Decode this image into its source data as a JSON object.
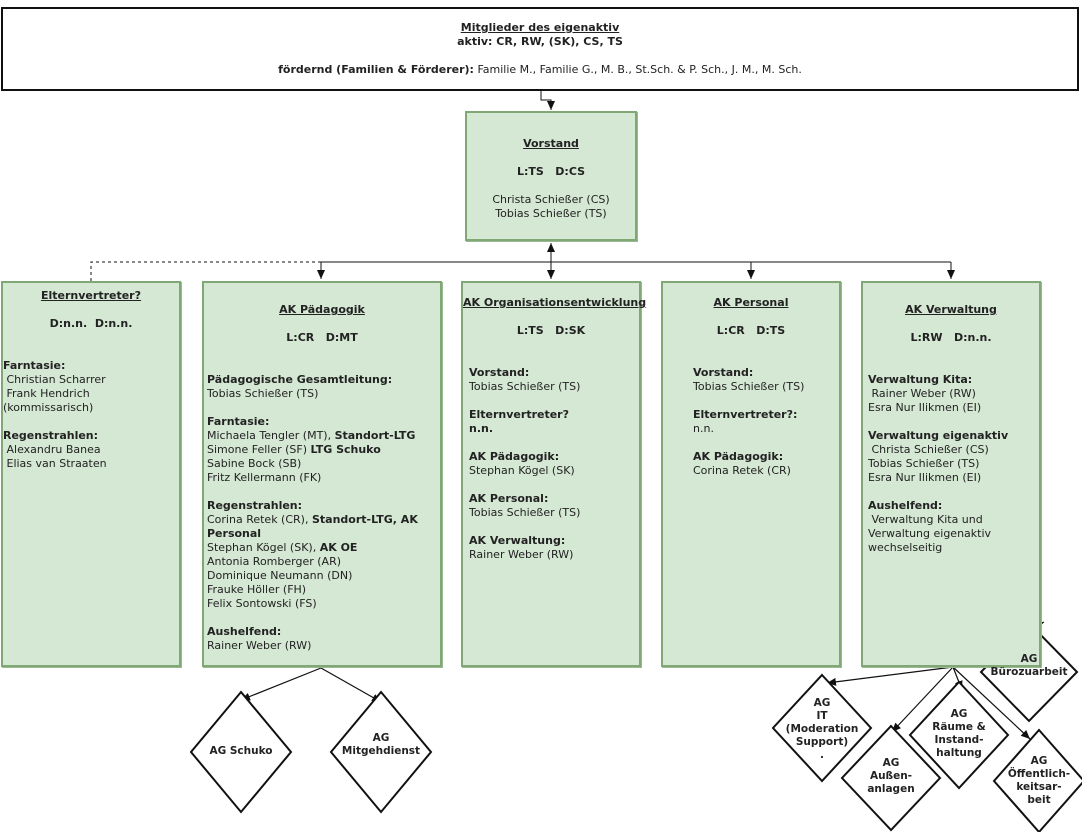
{
  "members": {
    "title": "Mitglieder des eigenaktiv",
    "active": "aktiv: CR, RW, (SK), CS, TS",
    "supporting_label": "fördernd (Familien & Förderer):",
    "supporting_names": "Familie M., Familie G., M. B., St.Sch. & P. Sch., J. M., M. Sch."
  },
  "vorstand": {
    "title": "Vorstand",
    "lead": "L:TS   D:CS",
    "people": [
      "Christa Schießer (CS)",
      "Tobias Schießer (TS)"
    ]
  },
  "elternvertreter": {
    "title": "Elternvertreter?",
    "lead": "D:n.n.  D:n.n.",
    "sections": [
      {
        "heading": "Farntasie:",
        "lines": [
          " Christian Scharrer",
          " Frank Hendrich",
          "(kommissarisch)"
        ]
      },
      {
        "heading": "Regenstrahlen:",
        "lines": [
          " Alexandru Banea",
          " Elias van Straaten"
        ]
      }
    ]
  },
  "paedagogik": {
    "title": "AK Pädagogik",
    "lead": "L:CR   D:MT",
    "sections": [
      {
        "heading": "Pädagogische Gesamtleitung:",
        "lines": [
          {
            "t": "Tobias Schießer (TS)"
          }
        ]
      },
      {
        "heading": "Farntasie:",
        "lines": [
          {
            "t": "Michaela Tengler (MT), ",
            "b": "Standort-LTG"
          },
          {
            "t": "Simone Feller (SF) ",
            "b": "LTG Schuko"
          },
          {
            "t": "Sabine Bock (SB)"
          },
          {
            "t": "Fritz Kellermann (FK)"
          }
        ]
      },
      {
        "heading": "Regenstrahlen:",
        "lines": [
          {
            "t": "Corina Retek (CR), ",
            "b": "Standort-LTG, AK"
          },
          {
            "t": "",
            "b": "Personal"
          },
          {
            "t": "Stephan Kögel (SK), ",
            "b": "AK OE"
          },
          {
            "t": "Antonia Romberger (AR)"
          },
          {
            "t": "Dominique Neumann (DN)"
          },
          {
            "t": "Frauke Höller (FH)"
          },
          {
            "t": "Felix Sontowski (FS)"
          }
        ]
      },
      {
        "heading": "Aushelfend:",
        "lines": [
          {
            "t": "Rainer Weber (RW)"
          }
        ]
      }
    ]
  },
  "orga": {
    "title": "AK Organisationsentwicklung",
    "lead": "L:TS   D:SK",
    "sections": [
      {
        "heading": "Vorstand:",
        "lines": [
          "Tobias Schießer (TS)"
        ]
      },
      {
        "heading": "Elternvertreter?",
        "lines": [],
        "bold_lines": [
          "n.n."
        ]
      },
      {
        "heading": "AK Pädagogik:",
        "lines": [
          "Stephan Kögel (SK)"
        ]
      },
      {
        "heading": "AK Personal:",
        "lines": [
          "Tobias Schießer (TS)"
        ]
      },
      {
        "heading": "AK Verwaltung:",
        "lines": [
          "Rainer Weber (RW)"
        ]
      }
    ]
  },
  "personal": {
    "title": "AK Personal",
    "lead": "L:CR   D:TS",
    "sections": [
      {
        "heading": "Vorstand:",
        "lines": [
          "Tobias Schießer (TS)"
        ]
      },
      {
        "heading": "Elternvertreter?:",
        "lines": [
          "n.n."
        ]
      },
      {
        "heading": "AK Pädagogik:",
        "lines": [
          "Corina Retek (CR)"
        ]
      }
    ]
  },
  "verwaltung": {
    "title": "AK Verwaltung",
    "lead": "L:RW   D:n.n.",
    "sections": [
      {
        "heading": "Verwaltung Kita:",
        "lines": [
          " Rainer Weber (RW)",
          "Esra Nur Ilikmen (EI)"
        ]
      },
      {
        "heading": "Verwaltung eigenaktiv",
        "lines": [
          " Christa Schießer (CS)",
          "Tobias Schießer (TS)",
          "Esra Nur Ilikmen (EI)"
        ]
      },
      {
        "heading": "Aushelfend:",
        "lines": [
          " Verwaltung Kita und",
          "Verwaltung eigenaktiv",
          "wechselseitig"
        ]
      }
    ]
  },
  "ags": {
    "schuko": "AG Schuko",
    "mitgehdienst": [
      "AG",
      "Mitgehdienst"
    ],
    "buero": [
      "AG",
      "Bürozuarbeit"
    ],
    "it": [
      "AG",
      "IT",
      "(Moderation",
      "Support)",
      "."
    ],
    "raeume": [
      "AG",
      "Räume &",
      "Instand-",
      "haltung"
    ],
    "aussen": [
      "AG",
      "Außen-",
      "anlagen"
    ],
    "oeff": [
      "AG",
      "Öffentlich-",
      "keitsar-",
      "beit"
    ]
  },
  "colors": {
    "box_fill": "#d5e8d4",
    "box_border": "#7fa875",
    "line": "#111111"
  }
}
